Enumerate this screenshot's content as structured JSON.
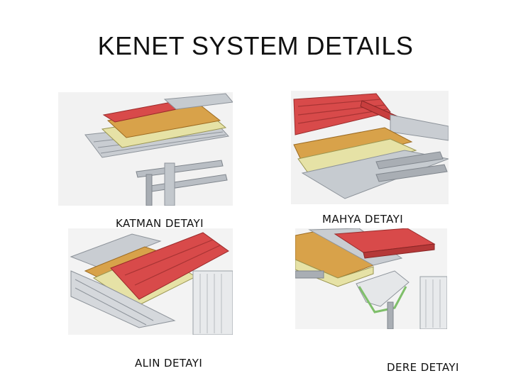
{
  "slide": {
    "title": "KENET SYSTEM DETAILS"
  },
  "details": [
    {
      "caption": "KATMAN DETAYI",
      "illustration": "layer-detail-illustration"
    },
    {
      "caption": "MAHYA DETAYI",
      "illustration": "ridge-detail-illustration"
    },
    {
      "caption": "ALIN DETAYI",
      "illustration": "fascia-detail-illustration"
    },
    {
      "caption": "DERE DETAYI",
      "illustration": "gutter-detail-illustration"
    }
  ],
  "colors": {
    "roof_red": "#d84a4a",
    "insulation": "#d8a24a",
    "foam_board": "#e6e2a6",
    "steel": "#c9cdd2",
    "steel_dark": "#8d939a"
  }
}
